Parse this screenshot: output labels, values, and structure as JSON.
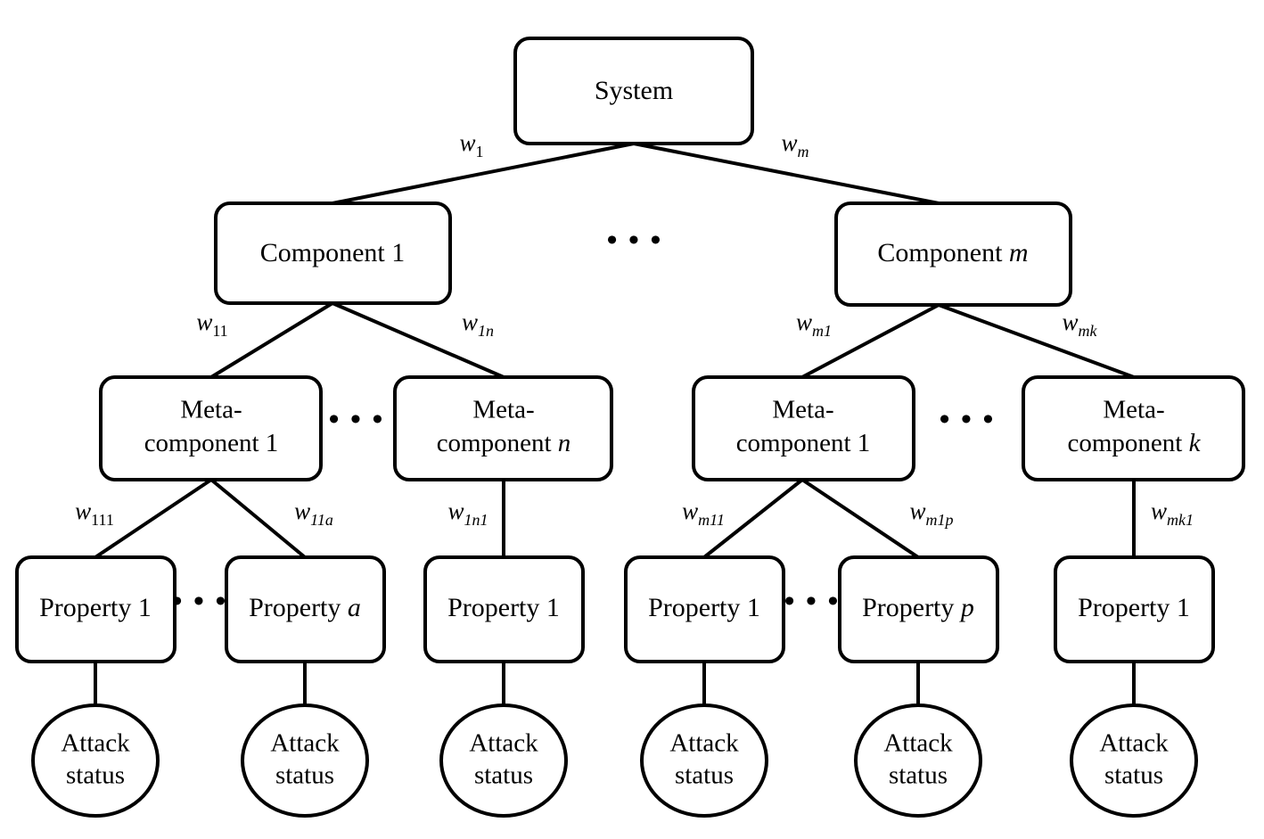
{
  "diagram": {
    "title": "Hierarchical system attack-status assessment tree",
    "background_color": "#ffffff",
    "stroke_color": "#000000",
    "levels": [
      "system",
      "component",
      "meta-component",
      "property",
      "attack-status"
    ],
    "ellipsis_glyph": "• • •"
  },
  "nodes": {
    "system": {
      "label": "System"
    },
    "components": [
      {
        "label_prefix": "Component",
        "label_index": "1",
        "index_italic": false
      },
      {
        "label_prefix": "Component",
        "label_index": "m",
        "index_italic": true
      }
    ],
    "meta_components": [
      {
        "line1": "Meta-",
        "line2_prefix": "component",
        "line2_index": "1",
        "index_italic": false
      },
      {
        "line1": "Meta-",
        "line2_prefix": "component",
        "line2_index": "n",
        "index_italic": true
      },
      {
        "line1": "Meta-",
        "line2_prefix": "component",
        "line2_index": "1",
        "index_italic": false
      },
      {
        "line1": "Meta-",
        "line2_prefix": "component",
        "line2_index": "k",
        "index_italic": true
      }
    ],
    "properties": [
      {
        "label_prefix": "Property",
        "label_index": "1",
        "index_italic": false
      },
      {
        "label_prefix": "Property",
        "label_index": "a",
        "index_italic": true
      },
      {
        "label_prefix": "Property",
        "label_index": "1",
        "index_italic": false
      },
      {
        "label_prefix": "Property",
        "label_index": "1",
        "index_italic": false
      },
      {
        "label_prefix": "Property",
        "label_index": "p",
        "index_italic": true
      },
      {
        "label_prefix": "Property",
        "label_index": "1",
        "index_italic": false
      }
    ],
    "attack_statuses": [
      {
        "line1": "Attack",
        "line2": "status"
      },
      {
        "line1": "Attack",
        "line2": "status"
      },
      {
        "line1": "Attack",
        "line2": "status"
      },
      {
        "line1": "Attack",
        "line2": "status"
      },
      {
        "line1": "Attack",
        "line2": "status"
      },
      {
        "line1": "Attack",
        "line2": "status"
      }
    ]
  },
  "weights": [
    {
      "id": "w1",
      "base": "w",
      "sub": "1",
      "sub_italic_part": "",
      "from": "system",
      "to": "component-1"
    },
    {
      "id": "wm",
      "base": "w",
      "sub": "",
      "sub_italic_part": "m",
      "from": "system",
      "to": "component-m"
    },
    {
      "id": "w11",
      "base": "w",
      "sub": "11",
      "sub_italic_part": "",
      "from": "component-1",
      "to": "meta-component-1"
    },
    {
      "id": "w1n",
      "base": "w",
      "sub": "1",
      "sub_italic_part": "n",
      "from": "component-1",
      "to": "meta-component-n"
    },
    {
      "id": "wm1",
      "base": "w",
      "sub": "1",
      "sub_italic_part": "m",
      "from": "component-m",
      "to": "meta-component-m1"
    },
    {
      "id": "wmk",
      "base": "w",
      "sub": "",
      "sub_italic_part": "mk",
      "from": "component-m",
      "to": "meta-component-mk"
    },
    {
      "id": "w111",
      "base": "w",
      "sub": "111",
      "sub_italic_part": "",
      "from": "meta-component-1",
      "to": "property-1"
    },
    {
      "id": "w11a",
      "base": "w",
      "sub": "11",
      "sub_italic_part": "a",
      "from": "meta-component-1",
      "to": "property-a"
    },
    {
      "id": "w1n1",
      "base": "w",
      "sub": "1",
      "sub_italic_part": "n1",
      "from": "meta-component-n",
      "to": "property-1b"
    },
    {
      "id": "wm11",
      "base": "w",
      "sub": "11",
      "sub_italic_part": "m",
      "from": "meta-component-m1",
      "to": "property-1c"
    },
    {
      "id": "wm1p",
      "base": "w",
      "sub": "1",
      "sub_italic_part": "mp",
      "from": "meta-component-m1",
      "to": "property-p"
    },
    {
      "id": "wmk1",
      "base": "w",
      "sub": "1",
      "sub_italic_part": "mk",
      "from": "meta-component-mk",
      "to": "property-1d"
    }
  ],
  "weight_labels_text": {
    "w1": {
      "base": "w",
      "subscript": "1"
    },
    "wm": {
      "base": "w",
      "subscript": "m"
    },
    "w11": {
      "base": "w",
      "subscript": "11"
    },
    "w1n": {
      "base": "w",
      "subscript": "1n"
    },
    "wm1": {
      "base": "w",
      "subscript": "m1"
    },
    "wmk": {
      "base": "w",
      "subscript": "mk"
    },
    "w111": {
      "base": "w",
      "subscript": "111"
    },
    "w11a": {
      "base": "w",
      "subscript": "11a"
    },
    "w1n1": {
      "base": "w",
      "subscript": "1n1"
    },
    "wm11": {
      "base": "w",
      "subscript": "m11"
    },
    "wm1p": {
      "base": "w",
      "subscript": "m1p"
    },
    "wmk1": {
      "base": "w",
      "subscript": "mk1"
    }
  },
  "ellipses_markers": [
    {
      "id": "dots-component-level",
      "text": "• • •"
    },
    {
      "id": "dots-meta-left",
      "text": "• • •"
    },
    {
      "id": "dots-meta-right",
      "text": "• • •"
    },
    {
      "id": "dots-property-left",
      "text": "• • •"
    },
    {
      "id": "dots-property-right",
      "text": "• • •"
    }
  ]
}
